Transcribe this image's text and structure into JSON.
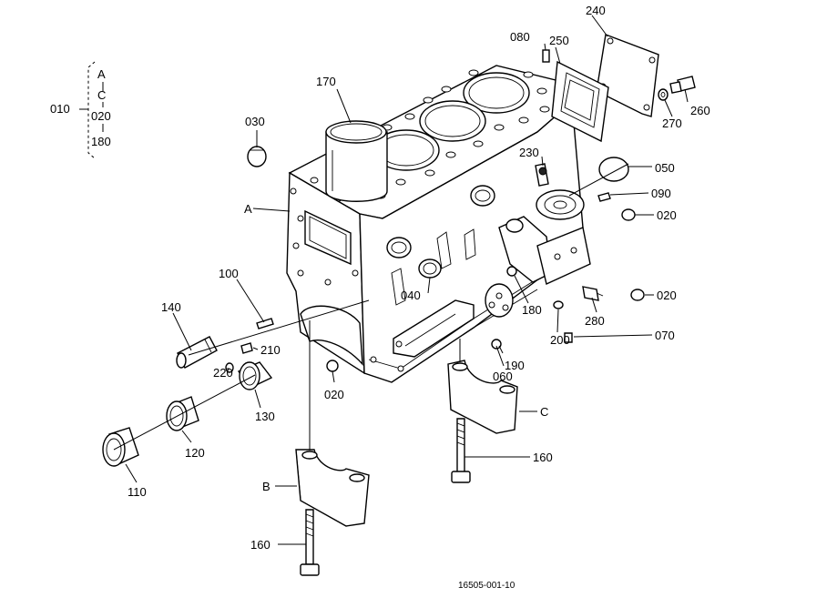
{
  "labels": {
    "p240": "240",
    "p080": "080",
    "p250": "250",
    "p170": "170",
    "p030": "030",
    "p260": "260",
    "p270": "270",
    "p050": "050",
    "p230": "230",
    "p090": "090",
    "p020a": "020",
    "p020b": "020",
    "p020c": "020",
    "pA": "A",
    "p100": "100",
    "p140": "140",
    "p040": "040",
    "p180": "180",
    "p280": "280",
    "p200": "200",
    "p070": "070",
    "p210": "210",
    "p220": "220",
    "p190": "190",
    "p060": "060",
    "p130": "130",
    "pC": "C",
    "p120": "120",
    "p160a": "160",
    "p110": "110",
    "pB": "B",
    "p160b": "160"
  },
  "legend": {
    "main": "010",
    "a": "A",
    "c": "C",
    "n020": "020",
    "n180": "180"
  },
  "drawing_number": "16505-001-10"
}
